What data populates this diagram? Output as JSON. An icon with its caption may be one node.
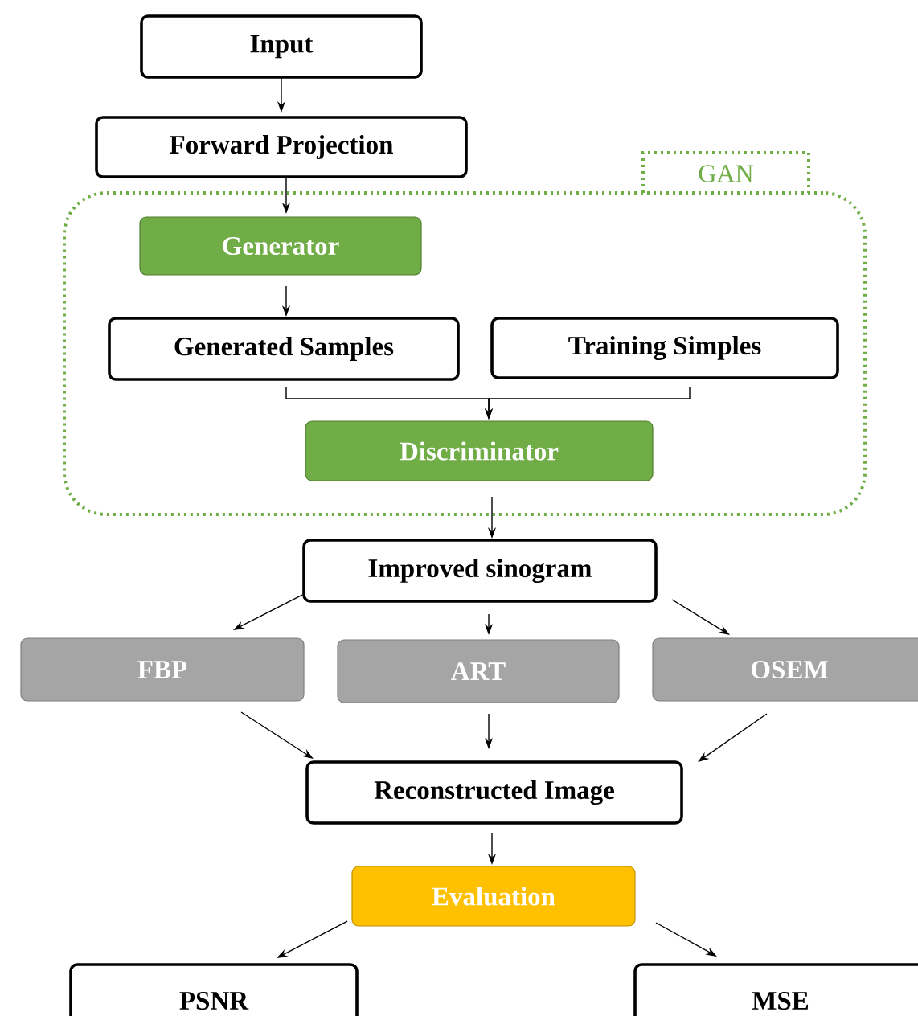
{
  "diagram": {
    "nodes": [
      {
        "text": [
          "Input"
        ]
      },
      {
        "text": [
          "Forward Projection"
        ]
      },
      {
        "text": [
          "GAN"
        ]
      },
      {
        "text": [
          "Generator"
        ],
        "in": 2
      },
      {
        "text": [
          "Generated Samples"
        ],
        "in": 2
      },
      {
        "text": [
          "Training Simples"
        ],
        "in": 2
      },
      {
        "text": [
          "Discriminator"
        ],
        "in": 2
      },
      {
        "text": [
          "Improved sinogram"
        ]
      },
      {
        "text": [
          "FBP"
        ]
      },
      {
        "text": [
          "ART"
        ]
      },
      {
        "text": [
          "OSEM"
        ]
      },
      {
        "text": [
          "Reconstructed Image"
        ]
      },
      {
        "text": [
          "Evaluation"
        ]
      },
      {
        "text": [
          "PSNR"
        ]
      },
      {
        "text": [
          "MSE"
        ]
      }
    ],
    "edges": [
      {
        "from": 0,
        "to": 1,
        "arrow": "to"
      },
      {
        "from": 1,
        "to": 3,
        "arrow": "to"
      },
      {
        "from": 3,
        "to": 4,
        "arrow": "to"
      },
      {
        "from": 4,
        "to": 6,
        "arrow": "to"
      },
      {
        "from": 5,
        "to": 6,
        "arrow": "to"
      },
      {
        "from": 6,
        "to": 7,
        "arrow": "to"
      },
      {
        "from": 7,
        "to": 8,
        "arrow": "to"
      },
      {
        "from": 7,
        "to": 9,
        "arrow": "to"
      },
      {
        "from": 7,
        "to": 10,
        "arrow": "to"
      },
      {
        "from": 8,
        "to": 11,
        "arrow": "to"
      },
      {
        "from": 9,
        "to": 11,
        "arrow": "to"
      },
      {
        "from": 10,
        "to": 11,
        "arrow": "to"
      },
      {
        "from": 11,
        "to": 12,
        "arrow": "to"
      },
      {
        "from": 12,
        "to": 13,
        "arrow": "to"
      },
      {
        "from": 12,
        "to": 14,
        "arrow": "to"
      }
    ]
  }
}
